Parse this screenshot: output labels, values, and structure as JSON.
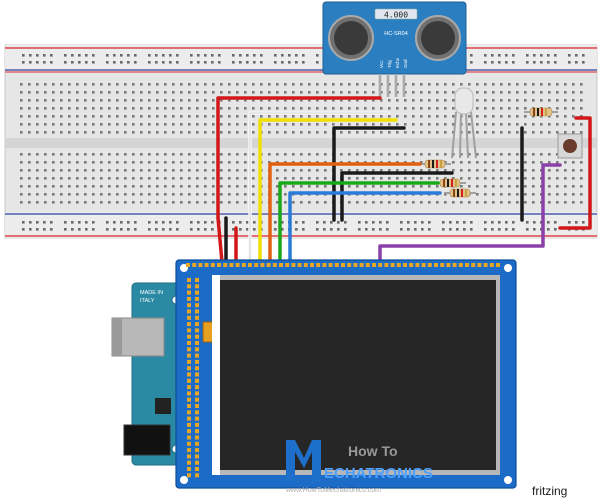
{
  "sensor": {
    "display_value": "4.000",
    "model": "HC-SR04",
    "pins": [
      "Vcc",
      "Trig",
      "Echo",
      "Gnd"
    ]
  },
  "arduino": {
    "made_in_line1": "MADE IN",
    "made_in_line2": "ITALY"
  },
  "watermark": {
    "line1": "How To",
    "line2": "ECHATRONICS",
    "url": "www.HowToMechatronics.com"
  },
  "credit": "fritzing",
  "colors": {
    "breadboard": "#e8e8e8",
    "rail_red": "#d9232a",
    "rail_blue": "#2f3f9e",
    "sensor_blue": "#2b7fc1",
    "arduino_teal": "#2a8aa3",
    "tft_blue": "#1c6cc7",
    "screen": "#262626",
    "wire_red": "#d01818",
    "wire_white": "#f4f4f4",
    "wire_yellow": "#f0e000",
    "wire_black": "#1a1a1a",
    "wire_orange": "#e06010",
    "wire_green": "#18a818",
    "wire_blue": "#2a7ad8",
    "wire_purple": "#8a40a8"
  }
}
